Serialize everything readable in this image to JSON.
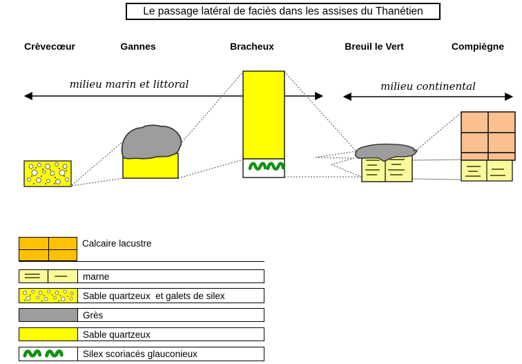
{
  "title": "Le passage latéral de faciès dans les assises du Thanétien",
  "locations": [
    {
      "name": "Crèvecœur"
    },
    {
      "name": "Gannes"
    },
    {
      "name": "Bracheux"
    },
    {
      "name": "Breuil le Vert"
    },
    {
      "name": "Compiègne"
    }
  ],
  "environments": {
    "marine_littoral": "milieu marin et littoral",
    "continental": "milieu continental"
  },
  "legend": {
    "items": [
      {
        "label": "Calcaire lacustre",
        "pattern": "orange-grid",
        "color": "#FFC000"
      },
      {
        "label": "marne",
        "pattern": "pale-yellow-dashes",
        "color": "#FAFA9B"
      },
      {
        "label": "Sable quartzeux  et galets de silex",
        "pattern": "yellow-with-pebbles",
        "color": "#FFFF00"
      },
      {
        "label": "Grès",
        "pattern": "solid-gray",
        "color": "#9D9D9D"
      },
      {
        "label": "Sable quartzeux",
        "pattern": "solid-yellow",
        "color": "#FFFF00"
      },
      {
        "label": "Silex scoriacés glauconieux",
        "pattern": "green-squiggles",
        "color": "#119111"
      }
    ]
  },
  "colors": {
    "sable_jaune": "#FFFF00",
    "marne_pale": "#FAFA9B",
    "calcaire_legende": "#FFC000",
    "calcaire_colonne": "#FAC090",
    "gres_gris": "#9D9D9D",
    "silex_vert": "#119111"
  }
}
